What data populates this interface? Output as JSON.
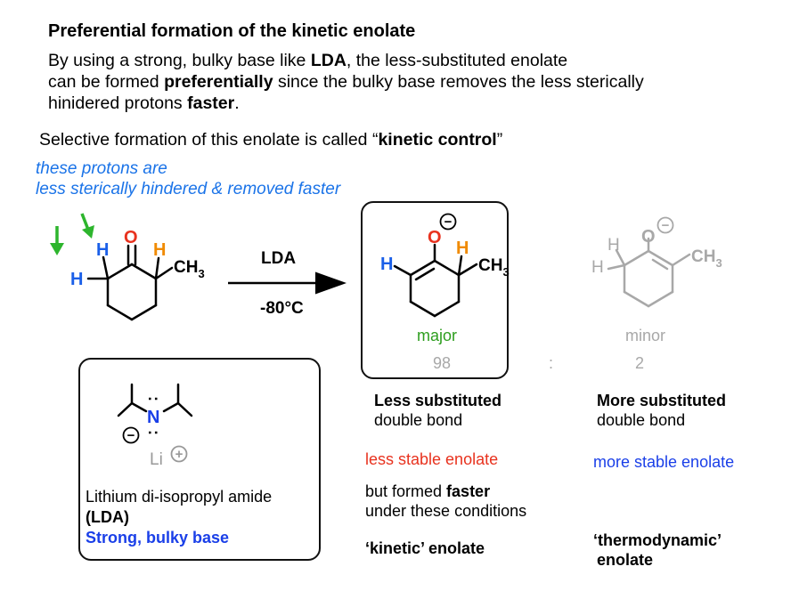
{
  "title": "Preferential formation of the kinetic enolate",
  "intro": {
    "l1_pre": "By using a strong, bulky base like ",
    "l1_bold": "LDA",
    "l1_post": ", the less-substituted enolate",
    "l2_pre": "can be formed ",
    "l2_bold": "preferentially",
    "l2_post": " since the bulky base removes the less sterically",
    "l3_pre": "hinidered protons ",
    "l3_bold": "faster",
    "l3_post": "."
  },
  "kinetic_control": {
    "pre": "Selective formation of this enolate is called  “",
    "bold": "kinetic control",
    "post": "”"
  },
  "protons_note": {
    "line1": "these protons are",
    "line2": "less sterically hindered & removed faster"
  },
  "reaction": {
    "reagent": "LDA",
    "condition": "-80°C"
  },
  "atoms": {
    "H": "H",
    "O": "O",
    "CH": "CH",
    "sub3": "3",
    "N": "N",
    "Li": "Li",
    "minus": "−",
    "plus": "+",
    "lone_pair": ":"
  },
  "major": {
    "label": "major",
    "ratio": "98"
  },
  "ratio_sep": ":",
  "minor": {
    "label": "minor",
    "ratio": "2"
  },
  "left_col": {
    "heading": "Less substituted",
    "sub": "double bond",
    "stability": "less stable enolate",
    "formed_pre": "but formed ",
    "formed_bold": "faster",
    "formed_l2": "under these conditions",
    "type": "‘kinetic’ enolate"
  },
  "right_col": {
    "heading": "More substituted",
    "sub": "double bond",
    "stability": "more stable enolate",
    "type_l1": "‘thermodynamic’",
    "type_l2": "enolate"
  },
  "lda_box": {
    "name_line": "Lithium di-isopropyl amide",
    "abbr": "(LDA)",
    "desc": "Strong, bulky base"
  },
  "colors": {
    "oxygen_red": "#e8321e",
    "hydrogen_blue": "#1a5fe8",
    "hydrogen_orange": "#f08a00",
    "arrow_green": "#2db52d",
    "major_green": "#2e9e1f",
    "minor_gray": "#a8a8a8",
    "note_blue": "#1a73e8",
    "stable_blue": "#1a3fe8"
  }
}
